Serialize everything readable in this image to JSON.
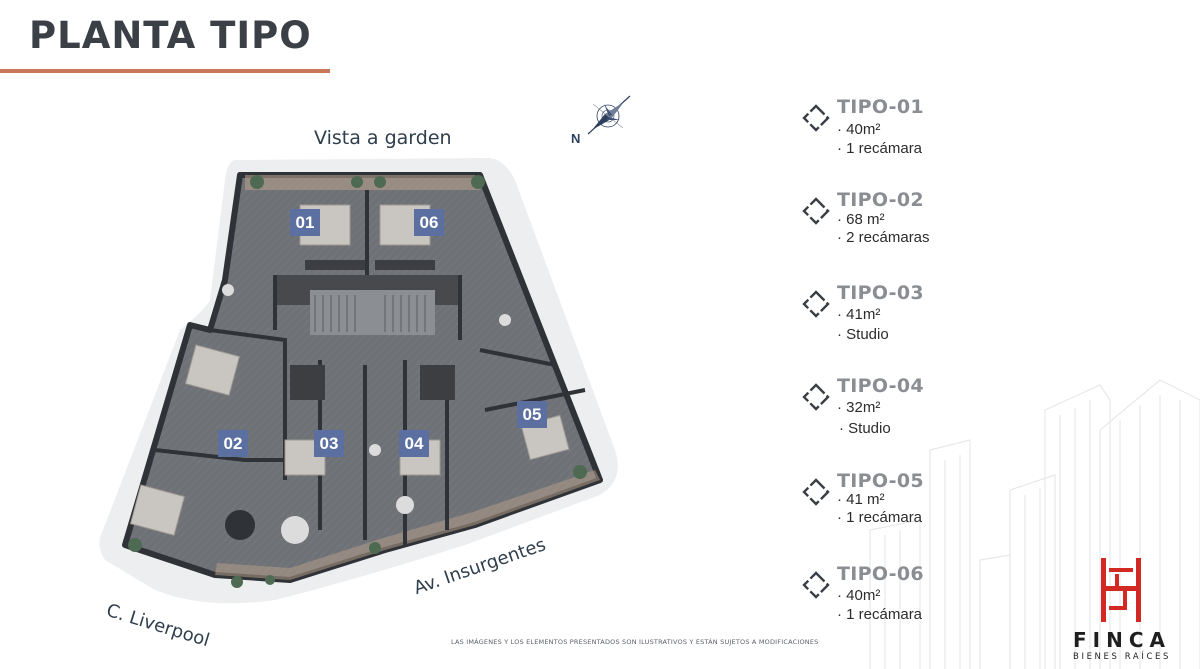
{
  "header": {
    "title": "PLANTA TIPO"
  },
  "colors": {
    "accent_rule": "#c9775a",
    "unit_tag": "#5b6fa0",
    "legend_name": "#8a8e93",
    "logo_red": "#d22a22"
  },
  "plan": {
    "north_label": "N",
    "view_label": "Vista a garden",
    "street_left": "C. Liverpool",
    "street_right": "Av. Insurgentes",
    "units": [
      "01",
      "02",
      "03",
      "04",
      "05",
      "06"
    ]
  },
  "legend": {
    "icon": "diamond-outline-icon",
    "items": [
      {
        "name": "TIPO-01",
        "line1": "· 40m²",
        "line2": "· 1 recámara"
      },
      {
        "name": "TIPO-02",
        "line1": "· 68 m²",
        "line2": "· 2 recámaras"
      },
      {
        "name": "TIPO-03",
        "line1": "· 41m²",
        "line2": "· Studio"
      },
      {
        "name": "TIPO-04",
        "line1": "· 32m²",
        "line2": "· Studio"
      },
      {
        "name": "TIPO-05",
        "line1": "· 41 m²",
        "line2": "· 1 recámara"
      },
      {
        "name": "TIPO-06",
        "line1": "· 40m²",
        "line2": "· 1 recámara"
      }
    ]
  },
  "footer": {
    "disclaimer": "LAS IMÁGENES Y LOS ELEMENTOS PRESENTADOS SON ILUSTRATIVOS Y ESTÁN SUJETOS A MODIFICACIONES"
  },
  "logo": {
    "name": "FINCA",
    "subtitle": "BIENES RAÍCES"
  }
}
